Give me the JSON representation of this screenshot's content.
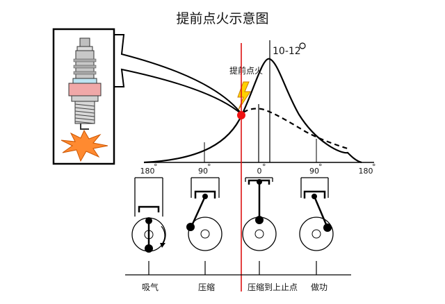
{
  "title": "提前点火示意图",
  "advance_angle_label": "10-12",
  "degree_symbol": "°",
  "spark_label": "提前点火",
  "crank_ticks": [
    "180",
    "90",
    "0",
    "90",
    "180"
  ],
  "strokes": [
    "吸气",
    "压缩",
    "压缩到上止点",
    "做功"
  ],
  "colors": {
    "ignition_line": "#dd1111",
    "ignition_dot": "#ee1111",
    "insulator_pink": "#f0a8a8",
    "insulator_blue": "#bde4f2",
    "spark_orange": "#ff8a30",
    "bolt_yellow": "#ffd200",
    "bolt_orange": "#ff9a00"
  }
}
